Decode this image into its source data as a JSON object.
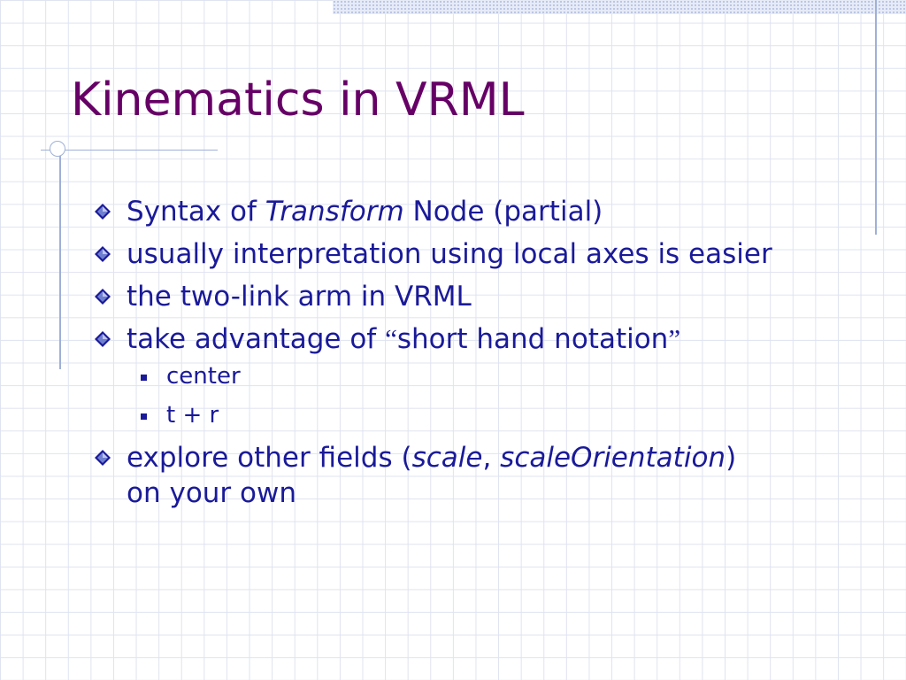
{
  "slide": {
    "title": "Kinematics in VRML",
    "bullets": {
      "b1": {
        "pre": "Syntax of ",
        "italic": "Transform",
        "post": " Node (partial)"
      },
      "b2": {
        "text": "usually interpretation using local axes is easier"
      },
      "b3": {
        "text": "the two-link arm in VRML"
      },
      "b4": {
        "pre": "take advantage of ",
        "open_quote": "“",
        "quoted": "short hand notation",
        "close_quote": "”"
      },
      "b4_sub": [
        "center",
        "t + r"
      ],
      "b5": {
        "pre": "explore other fields (",
        "italic1": "scale",
        "sep": ", ",
        "italic2": "scaleOrientation",
        "post": ")",
        "line2": "on your own"
      }
    }
  },
  "colors": {
    "title": "#660066",
    "body_text": "#1a1a99",
    "accent_lines": "#9fb0d8",
    "grid": "#dfe3f0"
  },
  "icons": {
    "bullet": "diamond-bullet-icon",
    "sub_bullet": "square-bullet-icon"
  }
}
